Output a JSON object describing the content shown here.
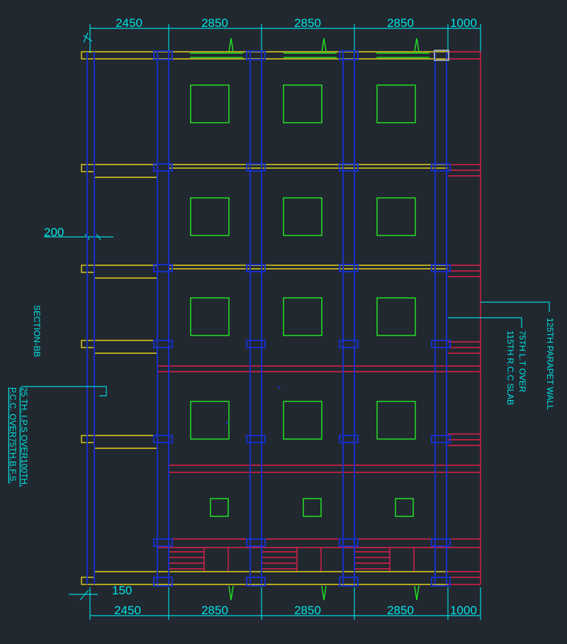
{
  "drawing": {
    "background": "#212830",
    "colors": {
      "dimension": "#00d8e0",
      "wall": "#1730c8",
      "slab": "#e6d21e",
      "window": "#22e022",
      "parapet": "#e0204a"
    },
    "top_dimensions": [
      "2450",
      "2850",
      "2850",
      "2850",
      "1000"
    ],
    "bottom_dimensions": [
      "2450",
      "2850",
      "2850",
      "2850",
      "1000"
    ],
    "dim_200": "200",
    "dim_150": "150",
    "section_label": "SECTION-BB",
    "note_left_line1": "25 TH. I.P.S OVER100TH.",
    "note_left_line2": "P.C.C. OVER75TH.B.F.S.",
    "note_right_parapet": "125TH PARAPET WALL",
    "note_right_slab_line1": "75TH L.T OVER",
    "note_right_slab_line2": "115TH R.C.C SLAB"
  }
}
